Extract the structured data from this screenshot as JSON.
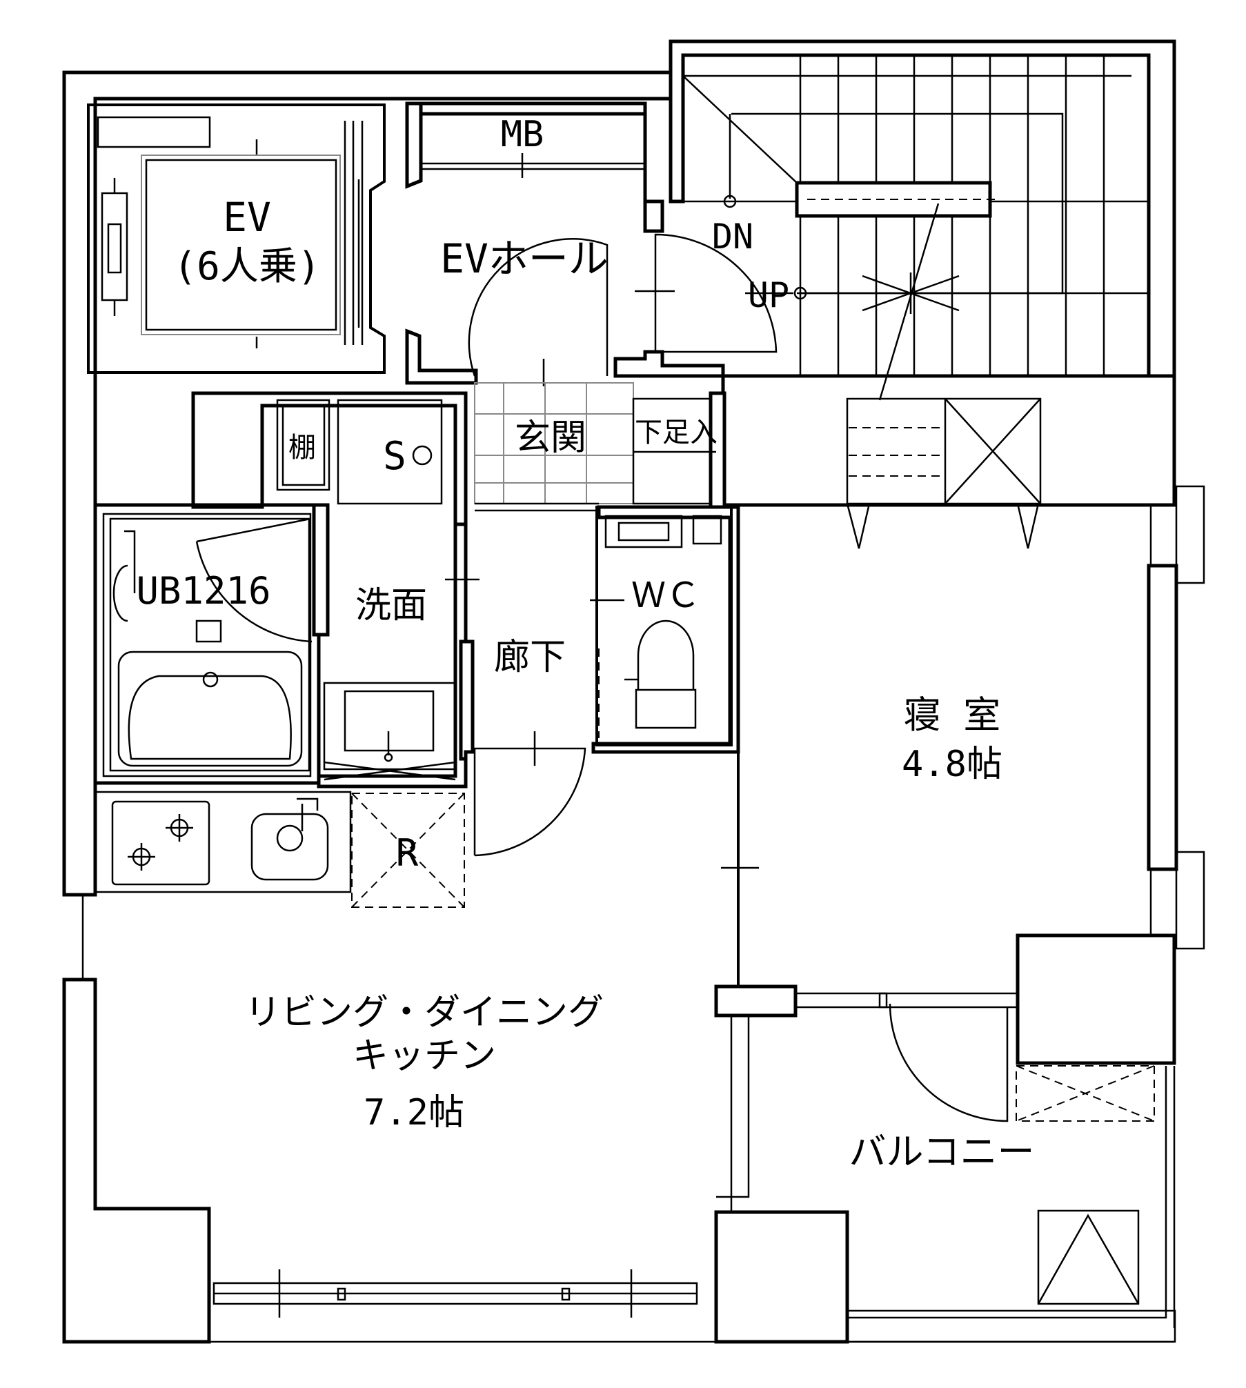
{
  "rooms": {
    "ev": {
      "name": "EV",
      "capacity": "(6人乗)"
    },
    "mb": "MB",
    "ev_hall": "EVホール",
    "stair_dn": "DN",
    "stair_up": "UP",
    "shelf": "棚",
    "s": "S",
    "genkan": "玄関",
    "shoe_box": "下足入",
    "ub": "UB1216",
    "senmen": "洗面",
    "wc": "ＷＣ",
    "rouka": "廊下",
    "bedroom": {
      "name": "寝 室",
      "size": "4.8帖"
    },
    "r": "R",
    "ldk": {
      "line1": "リビング・ダイニング",
      "line2": "キッチン",
      "size": "7.2帖"
    },
    "balcony": "バルコニー"
  }
}
